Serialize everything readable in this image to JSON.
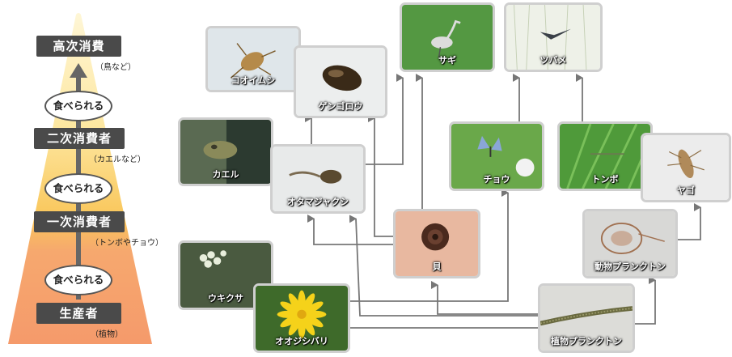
{
  "pyramid": {
    "levels": {
      "top": "高次消費",
      "second": "二次消費者",
      "first": "一次消費者",
      "producer": "生産者"
    },
    "notes": {
      "top": "（鳥など）",
      "second": "（カエルなど）",
      "first": "（トンボやチョウ）",
      "producer": "（植物）"
    },
    "eaten_label": "食べられる"
  },
  "organisms": {
    "kooimushi": "コオイムシ",
    "gengorou": "ゲンゴロウ",
    "sagi": "サギ",
    "tsubame": "ツバメ",
    "kaeru": "カエル",
    "otamajakushi": "オタマジャクシ",
    "chou": "チョウ",
    "tonbo": "トンボ",
    "yago": "ヤゴ",
    "kai": "貝",
    "doubutsu_plankton": "動物プランクトン",
    "ukikusa": "ウキクサ",
    "oojishibari": "オオジシバリ",
    "shokubutsu_plankton": "植物プランクトン"
  },
  "colors": {
    "pyramid_top": "#fde9a6",
    "pyramid_mid": "#f9c65a",
    "pyramid_bottom": "#f59a6b",
    "level_box": "#4a4a4a",
    "arrow": "#777777",
    "card_border": "#cfcfcf"
  }
}
